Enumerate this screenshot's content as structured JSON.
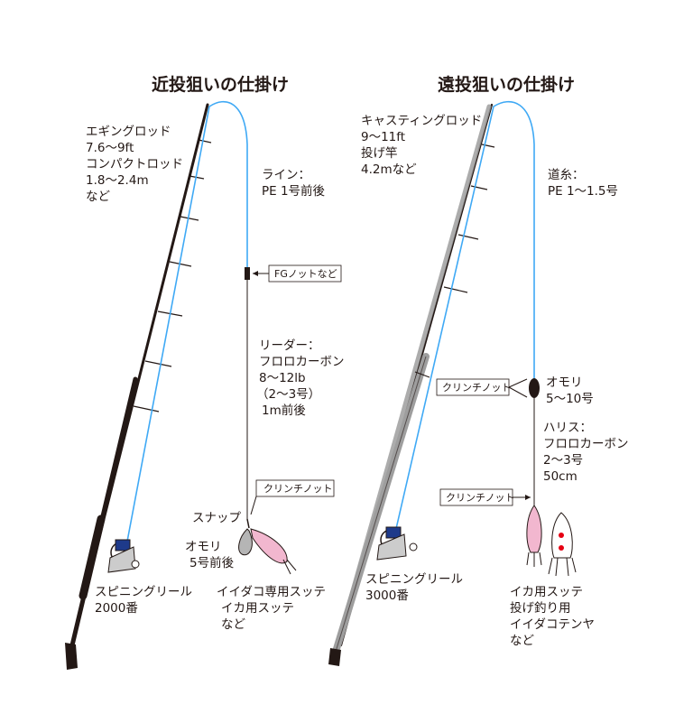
{
  "colors": {
    "line": "#3fa9f5",
    "rod_dark": "#231815",
    "rod_gray": "#9e9e9e",
    "lure_pink": "#f2b7cf",
    "sinker": "#b5b5b5"
  },
  "left": {
    "title": "近投狙いの仕掛け",
    "rod": [
      "エギングロッド",
      "7.6～9ft",
      "コンパクトロッド",
      "1.8～2.4m",
      "など"
    ],
    "line": [
      "ライン：",
      "PE 1号前後"
    ],
    "knot1": "FGノットなど",
    "leader": [
      "リーダー：",
      "フロロカーボン",
      "8～12lb",
      "（2～3号）",
      "1m前後"
    ],
    "knot2": "クリンチノット",
    "snap": "スナップ",
    "sinker": [
      "オモリ",
      "5号前後"
    ],
    "lure": [
      "イイダコ専用スッテ",
      "イカ用スッテ",
      "など"
    ],
    "reel": [
      "スピニングリール",
      "2000番"
    ]
  },
  "right": {
    "title": "遠投狙いの仕掛け",
    "rod": [
      "キャスティングロッド",
      "9～11ft",
      "投げ竿",
      "4.2mなど"
    ],
    "line": [
      "道糸：",
      "PE 1～1.5号"
    ],
    "knot1": "クリンチノット",
    "sinker": [
      "オモリ",
      "5～10号"
    ],
    "harris": [
      "ハリス：",
      "フロロカーボン",
      "2～3号",
      "50cm"
    ],
    "knot2": "クリンチノット",
    "lure": [
      "イカ用スッテ",
      "投げ釣り用",
      "イイダコテンヤ",
      "など"
    ],
    "reel": [
      "スピニングリール",
      "3000番"
    ]
  }
}
